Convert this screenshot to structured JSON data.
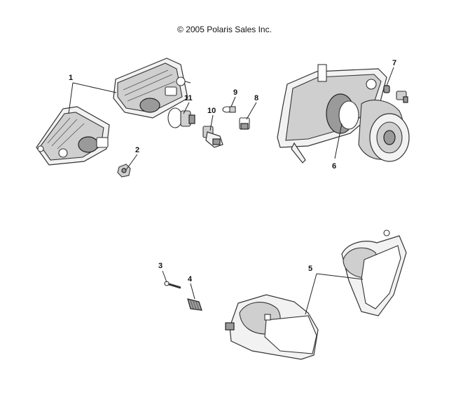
{
  "copyright": "© 2005 Polaris Sales Inc.",
  "callouts": {
    "c1": "1",
    "c2": "2",
    "c3": "3",
    "c4": "4",
    "c5": "5",
    "c6": "6",
    "c7": "7",
    "c8": "8",
    "c9": "9",
    "c10": "10",
    "c11": "11"
  },
  "colors": {
    "line": "#222222",
    "fill_light": "#f2f2f2",
    "fill_dark": "#9a9a9a"
  }
}
